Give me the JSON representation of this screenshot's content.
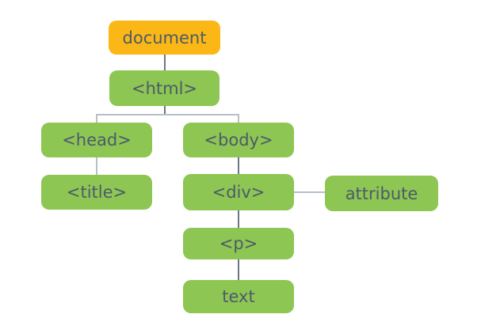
{
  "diagram_type": "dom-tree",
  "nodes": {
    "document": {
      "label": "document",
      "kind": "root"
    },
    "html": {
      "label": "<html>",
      "kind": "element"
    },
    "head": {
      "label": "<head>",
      "kind": "element"
    },
    "body": {
      "label": "<body>",
      "kind": "element"
    },
    "title": {
      "label": "<title>",
      "kind": "element"
    },
    "div": {
      "label": "<div>",
      "kind": "element"
    },
    "attribute": {
      "label": "attribute",
      "kind": "attribute"
    },
    "p": {
      "label": "<p>",
      "kind": "element"
    },
    "text": {
      "label": "text",
      "kind": "text"
    }
  },
  "edges": [
    {
      "from": "document",
      "to": "html"
    },
    {
      "from": "html",
      "to": "head"
    },
    {
      "from": "html",
      "to": "body"
    },
    {
      "from": "head",
      "to": "title"
    },
    {
      "from": "body",
      "to": "div"
    },
    {
      "from": "div",
      "to": "attribute"
    },
    {
      "from": "div",
      "to": "p"
    },
    {
      "from": "p",
      "to": "text"
    }
  ],
  "colors": {
    "root_fill": "#fbb716",
    "node_fill": "#8dc653",
    "label_text": "#4d5a6a",
    "connector_dark": "#6a7885",
    "connector_light": "#b6c0c9",
    "background": "#ffffff"
  }
}
